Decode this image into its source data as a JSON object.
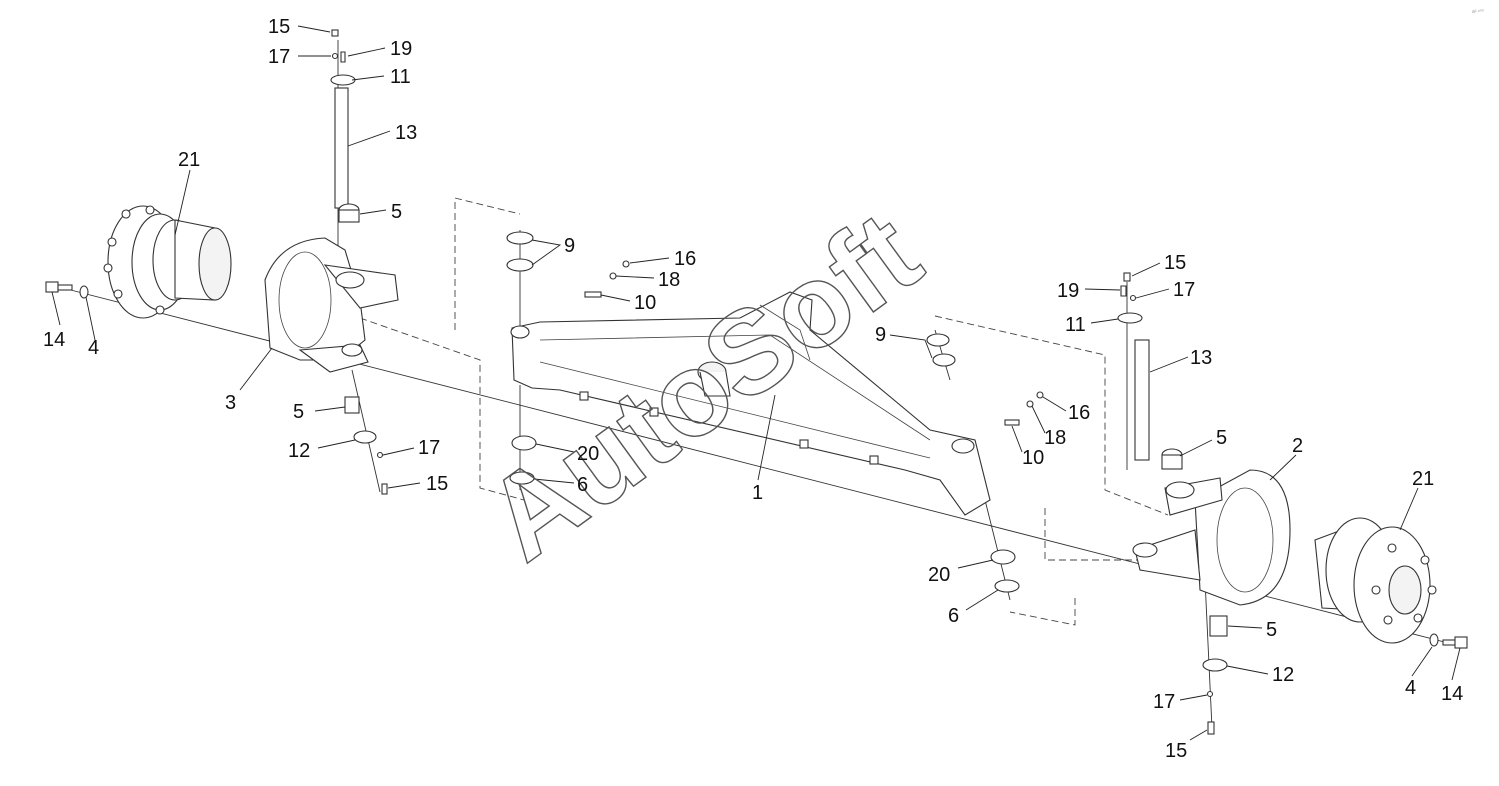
{
  "diagram": {
    "watermark": "AutoSoft",
    "corner_mark": "a² ⁸⁰⁰",
    "callouts": [
      {
        "id": "c15-top",
        "label": "15"
      },
      {
        "id": "c17-top",
        "label": "17"
      },
      {
        "id": "c19-top",
        "label": "19"
      },
      {
        "id": "c11-top",
        "label": "11"
      },
      {
        "id": "c13-top",
        "label": "13"
      },
      {
        "id": "c5-top",
        "label": "5"
      },
      {
        "id": "c21-left",
        "label": "21"
      },
      {
        "id": "c14-left",
        "label": "14"
      },
      {
        "id": "c4-left",
        "label": "4"
      },
      {
        "id": "c3",
        "label": "3"
      },
      {
        "id": "c5-left-low",
        "label": "5"
      },
      {
        "id": "c12-left",
        "label": "12"
      },
      {
        "id": "c17-left-low",
        "label": "17"
      },
      {
        "id": "c15-left-low",
        "label": "15"
      },
      {
        "id": "c9-left",
        "label": "9"
      },
      {
        "id": "c16-left",
        "label": "16"
      },
      {
        "id": "c18-left",
        "label": "18"
      },
      {
        "id": "c10-left",
        "label": "10"
      },
      {
        "id": "c20-left",
        "label": "20"
      },
      {
        "id": "c6-left",
        "label": "6"
      },
      {
        "id": "c1",
        "label": "1"
      },
      {
        "id": "c9-right",
        "label": "9"
      },
      {
        "id": "c16-right",
        "label": "16"
      },
      {
        "id": "c18-right",
        "label": "18"
      },
      {
        "id": "c10-right",
        "label": "10"
      },
      {
        "id": "c15-right-top",
        "label": "15"
      },
      {
        "id": "c19-right",
        "label": "19"
      },
      {
        "id": "c17-right-top",
        "label": "17"
      },
      {
        "id": "c11-right",
        "label": "11"
      },
      {
        "id": "c13-right",
        "label": "13"
      },
      {
        "id": "c5-right-top",
        "label": "5"
      },
      {
        "id": "c2",
        "label": "2"
      },
      {
        "id": "c21-right",
        "label": "21"
      },
      {
        "id": "c20-right",
        "label": "20"
      },
      {
        "id": "c6-right",
        "label": "6"
      },
      {
        "id": "c5-right-low",
        "label": "5"
      },
      {
        "id": "c12-right",
        "label": "12"
      },
      {
        "id": "c4-right",
        "label": "4"
      },
      {
        "id": "c14-right",
        "label": "14"
      },
      {
        "id": "c17-right-low",
        "label": "17"
      },
      {
        "id": "c15-right-low",
        "label": "15"
      }
    ]
  }
}
